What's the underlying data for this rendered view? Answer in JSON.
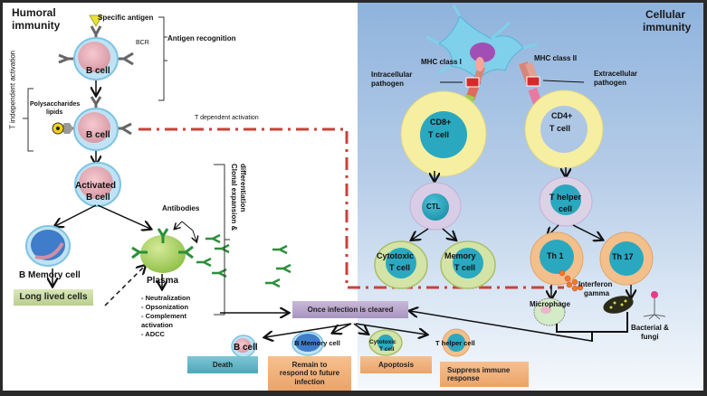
{
  "humoral": {
    "title_line1": "Humoral",
    "title_line2": "immunity",
    "specific_antigen": "Specific antigen",
    "bcr": "BCR",
    "antigen_recognition": "Antigen recognition",
    "b_cell_1": "B cell",
    "t_independent_activation": "T independent activation",
    "polysaccharides": "Polysaccharides",
    "lipids": "lipids",
    "b_cell_2": "B cell",
    "t_dependent_activation": "T dependent activation",
    "activated_line1": "Activated",
    "activated_line2": "B cell",
    "antibodies": "Antibodies",
    "clonal_line1": "Clonal expansion &",
    "clonal_line2": "differentiation",
    "b_memory_cell": "B Memory cell",
    "long_lived_cells": "Long lived cells",
    "plasma": "Plasma",
    "functions": [
      "- Neutralization",
      "- Opsonization",
      "- Complement",
      "activation",
      "- ADCC"
    ]
  },
  "cellular": {
    "title_line1": "Cellular",
    "title_line2": "immunity",
    "mhc_class_1": "MHC class I",
    "mhc_class_2": "MHC class II",
    "intracellular_line1": "Intracellular",
    "intracellular_line2": "pathogen",
    "extracellular_line1": "Extracellular",
    "extracellular_line2": "pathogen",
    "cd8_line1": "CD8+",
    "cd8_line2": "T cell",
    "cd4_line1": "CD4+",
    "cd4_line2": "T cell",
    "ctl": "CTL",
    "t_helper_line1": "T helper",
    "t_helper_line2": "cell",
    "cytotoxic_line1": "Cytotoxic",
    "cytotoxic_line2": "T cell",
    "memory_line1": "Memory",
    "memory_line2": "T cell",
    "th1": "Th 1",
    "th17": "Th 17",
    "interferon_line1": "Interferon",
    "interferon_line2": "gamma",
    "microphage": "Microphage",
    "bacterial_line1": "Bacterial &",
    "bacterial_line2": "fungi"
  },
  "outcome": {
    "once_cleared": "Once infection is cleared",
    "b_cell": "B cell",
    "b_memory_cell": "B Memory cell",
    "cytotoxic_line1": "Cytotoxic",
    "cytotoxic_line2": "T cell",
    "t_helper_cell": "T helper cell",
    "death": "Death",
    "remain_line1": "Remain to",
    "remain_line2": "respond to future",
    "remain_line3": "infection",
    "apoptosis": "Apoptosis",
    "suppress_line1": "Suppress immune",
    "suppress_line2": "response"
  },
  "colors": {
    "dashed_path": "#c8423a",
    "panel_top": "#8fb3dd",
    "death_box": "#5fb3c4",
    "orange_box": "#f0b07a",
    "long_lived_box": "#c9d9a6",
    "once_box": "#b8a7c9"
  }
}
